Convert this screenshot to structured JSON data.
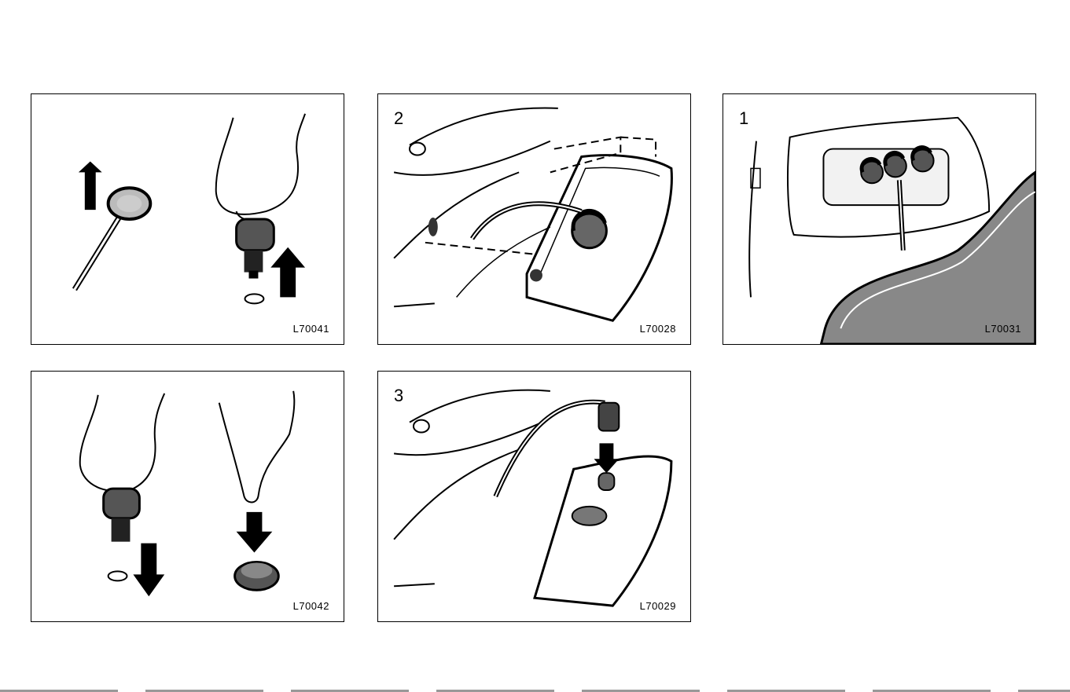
{
  "panels": [
    {
      "code": "L70041",
      "step": ""
    },
    {
      "code": "L70028",
      "step": "2"
    },
    {
      "code": "L70031",
      "step": "1"
    },
    {
      "code": "L70042",
      "step": ""
    },
    {
      "code": "L70029",
      "step": "3"
    }
  ]
}
